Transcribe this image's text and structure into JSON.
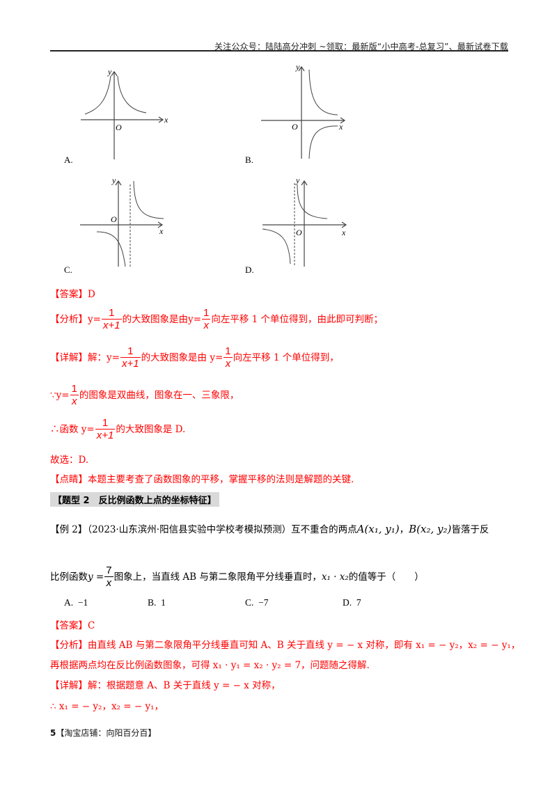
{
  "header": {
    "text": "关注公众号：陆陆高分冲刺  ~领取：最新版“小中高考-总复习”、最新试卷下载"
  },
  "graphs": [
    {
      "label": "A.",
      "description": "curve symmetric about y-axis, both branches above x-axis"
    },
    {
      "label": "B.",
      "description": "hyperbola in quadrants I and IV, asymptote x=0"
    },
    {
      "label": "C.",
      "description": "hyperbola shifted right, dashed asymptote at x>0"
    },
    {
      "label": "D.",
      "description": "hyperbola shifted left, dashed asymptote at x<0"
    }
  ],
  "axis_labels": {
    "x": "x",
    "y": "y",
    "origin": "O"
  },
  "example1_solution": {
    "answer_tag": "【答案】",
    "answer": "D",
    "analysis_tag": "【分析】",
    "analysis_pre": "y=",
    "analysis_frac1_num": "1",
    "analysis_frac1_den": "x+1",
    "analysis_mid": "的大致图象是由y=",
    "analysis_frac2_num": "1",
    "analysis_frac2_den": "x",
    "analysis_post": "向左平移 1 个单位得到，由此即可判断；",
    "detail_tag": "【详解】",
    "detail_pre": "解：y=",
    "detail_mid": "的大致图象是由 y=",
    "detail_post": "向左平移 1 个单位得到，",
    "because_pre": "∵y=",
    "because_post": "的图象是双曲线，图象在一、三象限，",
    "therefore_pre": "∴函数 y=",
    "therefore_post": "的大致图象是 D.",
    "choice_line": "故选：D.",
    "comment_tag": "【点睛】",
    "comment": "本题主要考查了函数图象的平移，掌握平移的法则是解题的关键."
  },
  "section": {
    "title": "【题型 2　反比例函数上点的坐标特征】"
  },
  "example2": {
    "tag": "【例 2】",
    "source": "（2023·山东滨州·阳信县实验中学校考模拟预测）",
    "stem_part1": "互不重合的两点",
    "point_a": "A(x₁, y₁)",
    "sep": "，",
    "point_b": "B(x₂, y₂)",
    "stem_part2": "皆落于反",
    "stem_line2_pre": "比例函数",
    "func_y": "y =",
    "func_num": "7",
    "func_den": "x",
    "stem_line2_post": "图象上，当直线 AB 与第二象限角平分线垂直时，",
    "product": "x₁ · x₂",
    "stem_end": "的值等于（　　）",
    "options": [
      {
        "label": "A.",
        "value": "−1"
      },
      {
        "label": "B.",
        "value": "1"
      },
      {
        "label": "C.",
        "value": "−7"
      },
      {
        "label": "D.",
        "value": "7"
      }
    ]
  },
  "example2_solution": {
    "answer_tag": "【答案】",
    "answer": "C",
    "analysis_tag": "【分析】",
    "analysis_line1": "由直线 AB 与第二象限角平分线垂直可知 A、B 关于直线 y = − x 对称，即有 x₁ = − y₂，x₂ = − y₁，",
    "analysis_line2": "再根据两点均在反比例函数图象，可得 x₁ · y₁ = x₂ · y₂ = 7，问题随之得解.",
    "detail_tag": "【详解】",
    "detail_line1": "解：根据题意 A、B 关于直线 y = − x 对称，",
    "detail_line2": "∴ x₁ = − y₂，x₂ = − y₁，"
  },
  "footer": {
    "page_number": "5",
    "text": "【淘宝店铺：向阳百分百】"
  },
  "colors": {
    "solution_red": "#ff0000",
    "text": "#000000",
    "section_bg": "#d9d9d9"
  }
}
